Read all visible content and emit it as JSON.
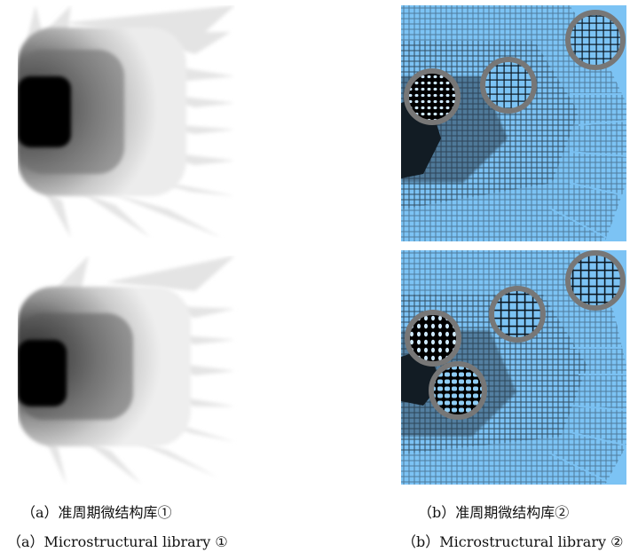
{
  "figure": {
    "panel_a": {
      "caption_cn": "（a）准周期微结构库①",
      "caption_en": "（a）Microstructural library ①",
      "render_style": "grayscale-density"
    },
    "panel_b": {
      "caption_cn": "（b）准周期微结构库②",
      "caption_en": "（b）Microstructural library ②",
      "render_style": "lattice-on-blue",
      "background_color": "#7cc3f4",
      "magnifier_ring_color": "#777777"
    }
  }
}
